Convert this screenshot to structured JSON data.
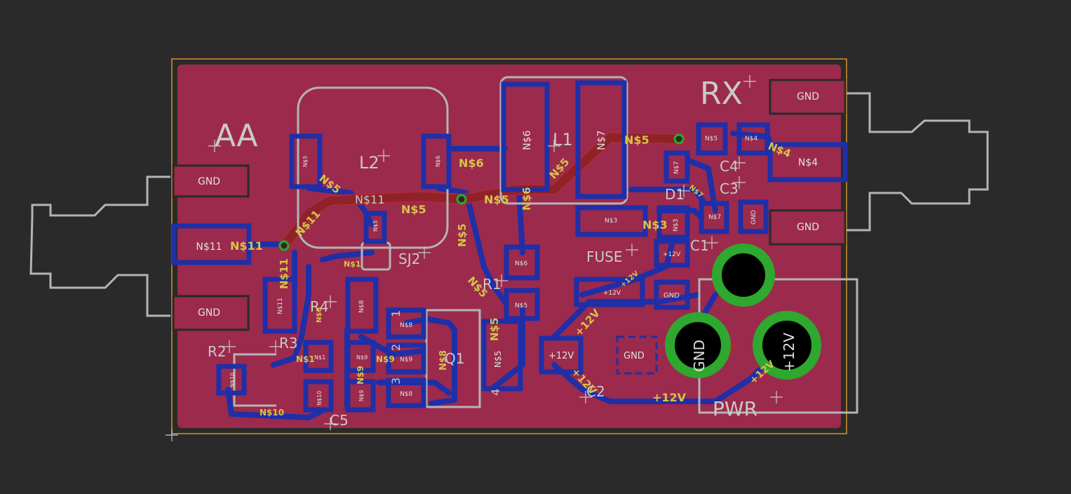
{
  "app": "PCB layout editor",
  "colors": {
    "background": "#2a2a2a",
    "copper_pour": "#9b2a4d",
    "bottom_copper": "#1f2fa8",
    "top_copper": "#b32a33",
    "silkscreen": "#b4b4b4",
    "net_label": "#d6c34a",
    "via_ring": "#2ea82e",
    "board_outline": "#d4922a"
  },
  "refs": {
    "aa": "AA",
    "rx": "RX",
    "l2": "L2",
    "l1": "L1",
    "d1": "D1",
    "c4": "C4",
    "c3": "C3",
    "c1": "C1",
    "fuse": "FUSE",
    "sj2": "SJ2",
    "r1": "R1",
    "r4": "R4",
    "r2": "R2",
    "r3": "R3",
    "c5": "C5",
    "q1": "Q1",
    "c2": "C2",
    "pwr": "PWR"
  },
  "pads": {
    "aa_gnd_top": "GND",
    "aa_n11": "N$11",
    "aa_gnd_bottom": "GND",
    "rx_gnd_top": "GND",
    "rx_n4": "N$4",
    "rx_gnd_bottom": "GND",
    "l2_left": "N$5",
    "l2_right": "N$6",
    "l1_left": "N$6",
    "l1_right": "N$7",
    "c4_top": "N$5",
    "c4_right": "N$4",
    "d1_left": "N$7",
    "d1_a": "N$3",
    "d1_b": "N$3",
    "c4_small": "N$7",
    "c3_gnd": "GND",
    "fuse_top": "+12V",
    "fuse_left": "+12V",
    "fuse_gnd": "GND",
    "sj2": "N$5",
    "r1_top": "N$6",
    "r1_bottom": "N$5",
    "r4_left": "N$11",
    "r4_pad": "N$8",
    "q1_1": "N$8",
    "q1_2": "N$9",
    "q1_3": "N$8",
    "q1_pin1": "1",
    "q1_pin2": "2",
    "q1_pin3": "3",
    "q1_pin4": "4",
    "q1_tab": "N$5",
    "r3_pad": "N$1",
    "r3_pad2": "N$10",
    "c5_pad": "N$9",
    "r2_pad": "N$10",
    "c2_left": "+12V",
    "c2_gnd": "GND",
    "pwr_gnd": "GND",
    "pwr_12v": "+12V"
  },
  "net_labels": {
    "n11_a": "N$11",
    "n11_b": "N$11",
    "n11_c": "N$11",
    "n11_d": "N$11",
    "n5_a": "N$5",
    "n5_b": "N$5",
    "n5_c": "N$5",
    "n5_d": "N$5",
    "n5_e": "N$5",
    "n5_f": "N$5",
    "n5_g": "N$5",
    "n5_h": "N$5",
    "n6_a": "N$6",
    "n6_b": "N$6",
    "n4": "N$4",
    "n3": "N$3",
    "n7": "N$7",
    "n12_a": "+12V",
    "n12_b": "+12V",
    "n12_c": "+12V",
    "n12_d": "+12V",
    "n12_e": "+12V",
    "n1": "N$1",
    "n10": "N$10",
    "n9_a": "N$9",
    "n9_b": "N$9",
    "n8": "N$8",
    "n8_b": "N$8",
    "n1_b": "N$1"
  }
}
